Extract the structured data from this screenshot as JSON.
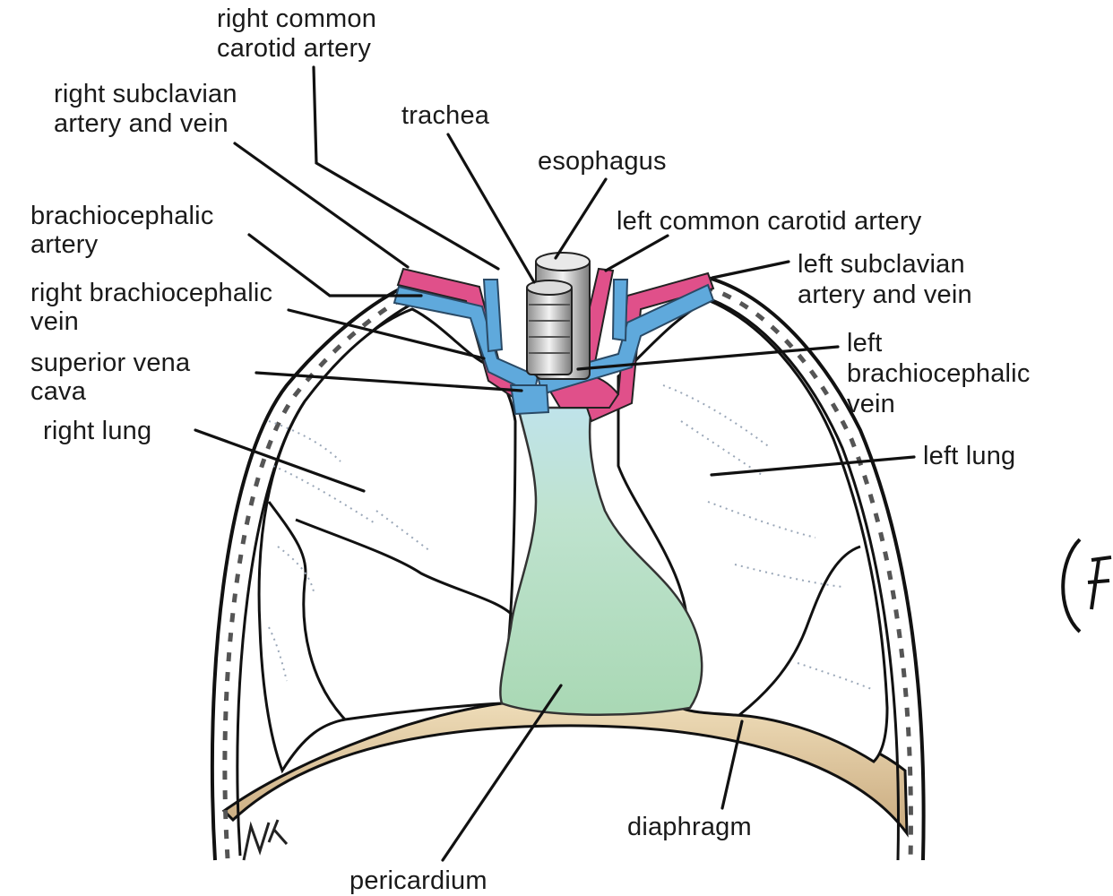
{
  "labels": {
    "right_common_carotid_1": "right common",
    "right_common_carotid_2": "carotid artery",
    "right_subclavian_1": "right subclavian",
    "right_subclavian_2": "artery and vein",
    "trachea": "trachea",
    "esophagus": "esophagus",
    "left_common_carotid": "left common carotid artery",
    "brachiocephalic_artery_1": "brachiocephalic",
    "brachiocephalic_artery_2": "artery",
    "left_subclavian_1": "left subclavian",
    "left_subclavian_2": "artery and vein",
    "right_brachiocephalic_vein_1": "right brachiocephalic",
    "right_brachiocephalic_vein_2": "vein",
    "superior_vena_cava_1": "superior vena",
    "superior_vena_cava_2": "cava",
    "left_brachiocephalic_vein_1": "left",
    "left_brachiocephalic_vein_2": "brachiocephalic",
    "left_brachiocephalic_vein_3": "vein",
    "right_lung": "right lung",
    "left_lung": "left lung",
    "diaphragm": "diaphragm",
    "pericardium": "pericardium"
  },
  "colors": {
    "artery": "#e0508a",
    "vein": "#5fa9dc",
    "pericardium": "#b9dfc3",
    "diaphragm": "#e9d6b3",
    "lung": "#ffffff"
  },
  "icons": {
    "signature": "artist-initials-mark"
  }
}
